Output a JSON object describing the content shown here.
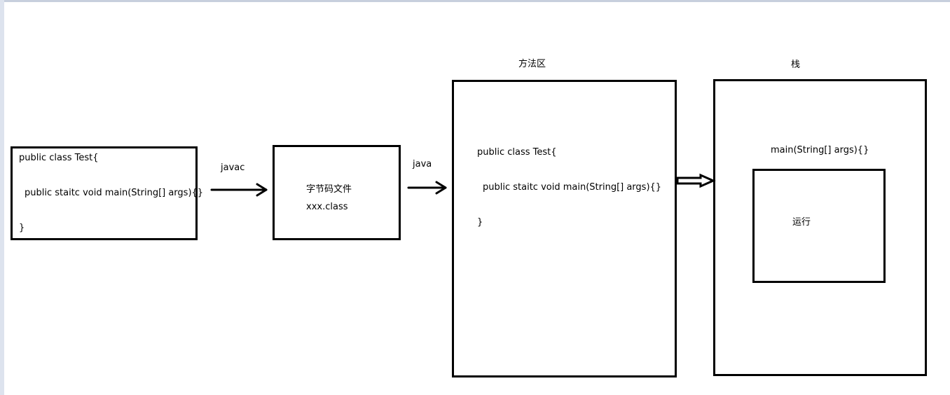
{
  "source_code": {
    "line1": "public class Test{",
    "line2": "public staitc void main(String[] args){}",
    "line3": "}"
  },
  "javac_label": "javac",
  "bytecode": {
    "title": "字节码文件",
    "file": "xxx.class"
  },
  "java_label": "java",
  "method_area": {
    "title": "方法区",
    "line1": "public class Test{",
    "line2": "public staitc void main(String[] args){}",
    "line3": "}"
  },
  "stack": {
    "title": "栈",
    "frame_label": "main(String[] args){}",
    "run_label": "运行"
  }
}
